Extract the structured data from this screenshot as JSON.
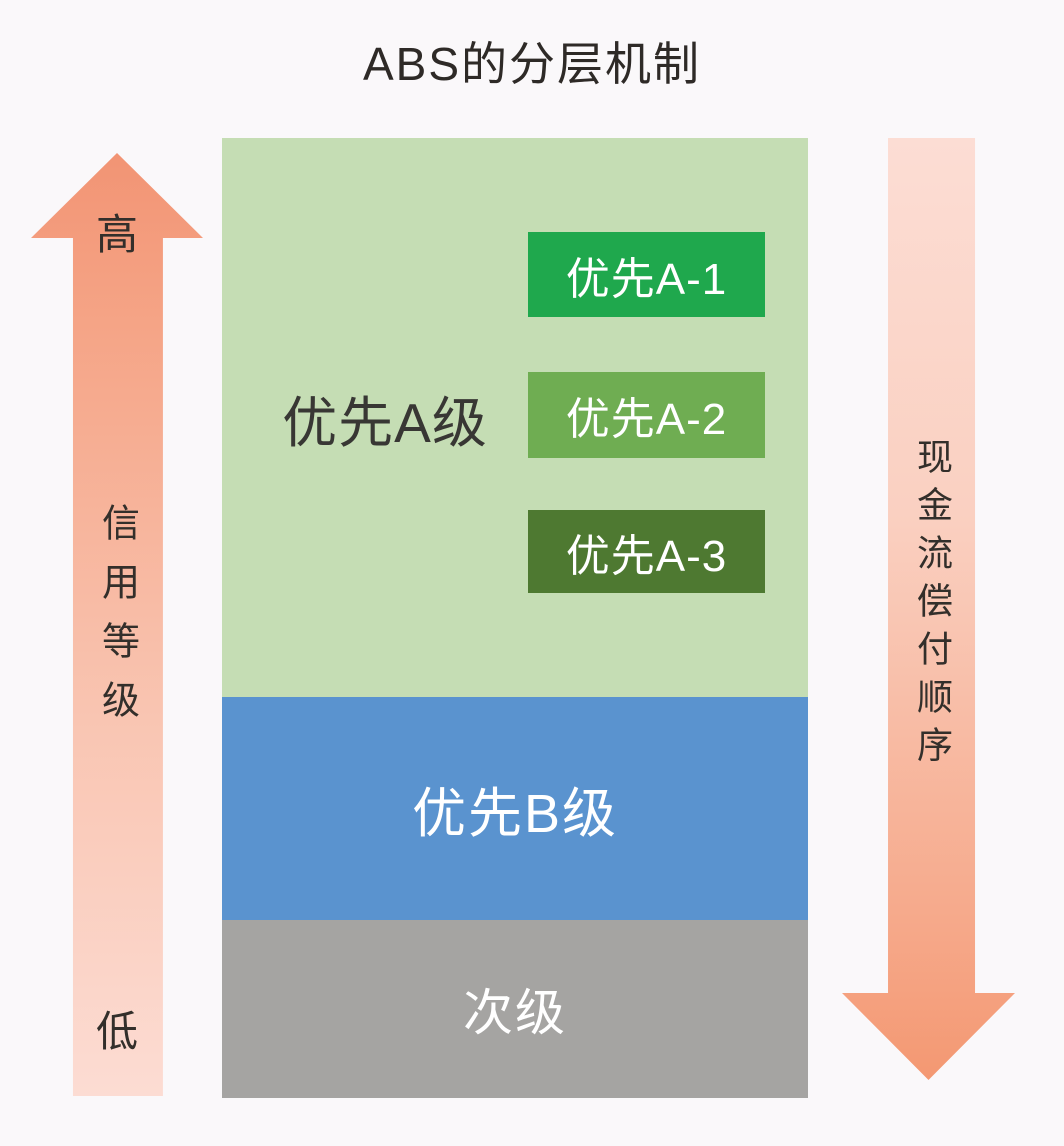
{
  "title": "ABS的分层机制",
  "left_arrow": {
    "direction": "up",
    "top_label": "高",
    "middle_label": "信用等级",
    "bottom_label": "低",
    "color_top": "#f29474",
    "color_bottom": "#fcdcd3"
  },
  "right_arrow": {
    "direction": "down",
    "label": "现金流偿付顺序",
    "color_top": "#fcddd4",
    "color_bottom": "#f49872"
  },
  "tranches": {
    "senior_a": {
      "label": "优先A级",
      "bg": "#c5ddb4",
      "text_color": "#383734",
      "sub_tranches": [
        {
          "label": "优先A-1",
          "bg": "#1fa84d"
        },
        {
          "label": "优先A-2",
          "bg": "#6fad52"
        },
        {
          "label": "优先A-3",
          "bg": "#4e7931"
        }
      ]
    },
    "senior_b": {
      "label": "优先B级",
      "bg": "#5a93cf",
      "text_color": "#ffffff"
    },
    "subordinate": {
      "label": "次级",
      "bg": "#a5a4a2",
      "text_color": "#ffffff"
    }
  }
}
